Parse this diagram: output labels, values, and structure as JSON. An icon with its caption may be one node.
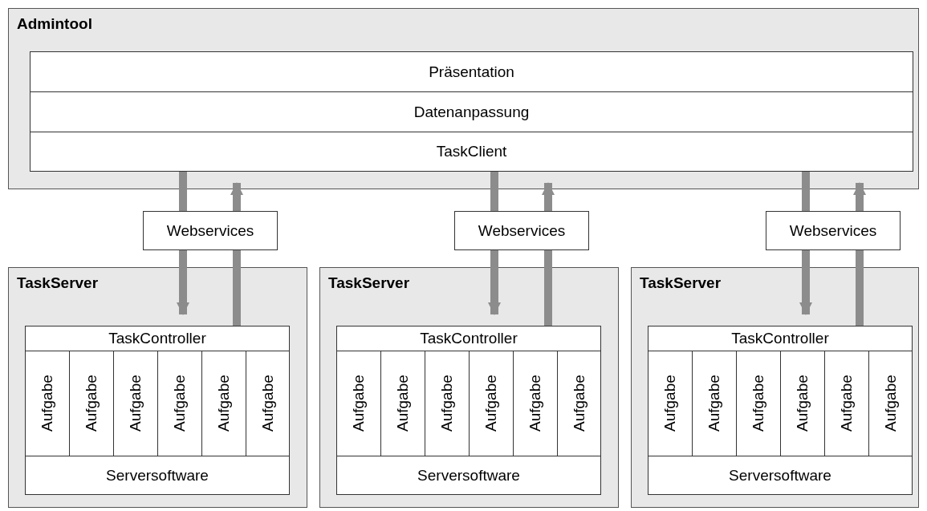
{
  "diagram": {
    "nodes": [
      {
        "text": [
          "Admintool"
        ]
      },
      {
        "text": [
          "Präsentation"
        ],
        "in": 0
      },
      {
        "text": [
          "Datenanpassung"
        ],
        "in": 0
      },
      {
        "text": [
          "TaskClient"
        ],
        "in": 0
      },
      {
        "text": [
          "Webservices"
        ]
      },
      {
        "text": [
          "Webservices"
        ]
      },
      {
        "text": [
          "Webservices"
        ]
      },
      {
        "text": [
          "TaskServer"
        ]
      },
      {
        "text": [
          "TaskController"
        ],
        "in": 7
      },
      {
        "text": [
          "Aufgabe"
        ],
        "in": 7
      },
      {
        "text": [
          "Aufgabe"
        ],
        "in": 7
      },
      {
        "text": [
          "Aufgabe"
        ],
        "in": 7
      },
      {
        "text": [
          "Aufgabe"
        ],
        "in": 7
      },
      {
        "text": [
          "Aufgabe"
        ],
        "in": 7
      },
      {
        "text": [
          "Aufgabe"
        ],
        "in": 7
      },
      {
        "text": [
          "Serversoftware"
        ],
        "in": 7
      },
      {
        "text": [
          "TaskServer"
        ]
      },
      {
        "text": [
          "TaskController"
        ],
        "in": 16
      },
      {
        "text": [
          "Aufgabe"
        ],
        "in": 16
      },
      {
        "text": [
          "Aufgabe"
        ],
        "in": 16
      },
      {
        "text": [
          "Aufgabe"
        ],
        "in": 16
      },
      {
        "text": [
          "Aufgabe"
        ],
        "in": 16
      },
      {
        "text": [
          "Aufgabe"
        ],
        "in": 16
      },
      {
        "text": [
          "Aufgabe"
        ],
        "in": 16
      },
      {
        "text": [
          "Serversoftware"
        ],
        "in": 16
      },
      {
        "text": [
          "TaskServer"
        ]
      },
      {
        "text": [
          "TaskController"
        ],
        "in": 25
      },
      {
        "text": [
          "Aufgabe"
        ],
        "in": 25
      },
      {
        "text": [
          "Aufgabe"
        ],
        "in": 25
      },
      {
        "text": [
          "Aufgabe"
        ],
        "in": 25
      },
      {
        "text": [
          "Aufgabe"
        ],
        "in": 25
      },
      {
        "text": [
          "Aufgabe"
        ],
        "in": 25
      },
      {
        "text": [
          "Aufgabe"
        ],
        "in": 25
      },
      {
        "text": [
          "Serversoftware"
        ],
        "in": 25
      }
    ],
    "edges": [
      {
        "from": 3,
        "to": 4,
        "arrow": "none"
      },
      {
        "from": 4,
        "to": 8,
        "arrow": "to"
      },
      {
        "from": 8,
        "to": 4,
        "arrow": "none"
      },
      {
        "from": 4,
        "to": 3,
        "arrow": "to"
      },
      {
        "from": 3,
        "to": 5,
        "arrow": "none"
      },
      {
        "from": 5,
        "to": 17,
        "arrow": "to"
      },
      {
        "from": 17,
        "to": 5,
        "arrow": "none"
      },
      {
        "from": 5,
        "to": 3,
        "arrow": "to"
      },
      {
        "from": 3,
        "to": 6,
        "arrow": "none"
      },
      {
        "from": 6,
        "to": 26,
        "arrow": "to"
      },
      {
        "from": 26,
        "to": 6,
        "arrow": "none"
      },
      {
        "from": 6,
        "to": 3,
        "arrow": "to"
      }
    ]
  }
}
